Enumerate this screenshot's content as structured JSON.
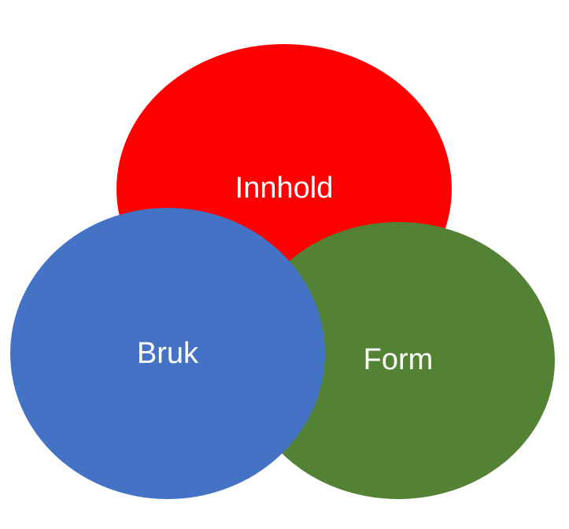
{
  "diagram": {
    "circles": [
      {
        "key": "innhold",
        "label": "Innhold",
        "color": "#ff0000"
      },
      {
        "key": "form",
        "label": "Form",
        "color": "#548235"
      },
      {
        "key": "bruk",
        "label": "Bruk",
        "color": "#4472c4"
      }
    ]
  }
}
